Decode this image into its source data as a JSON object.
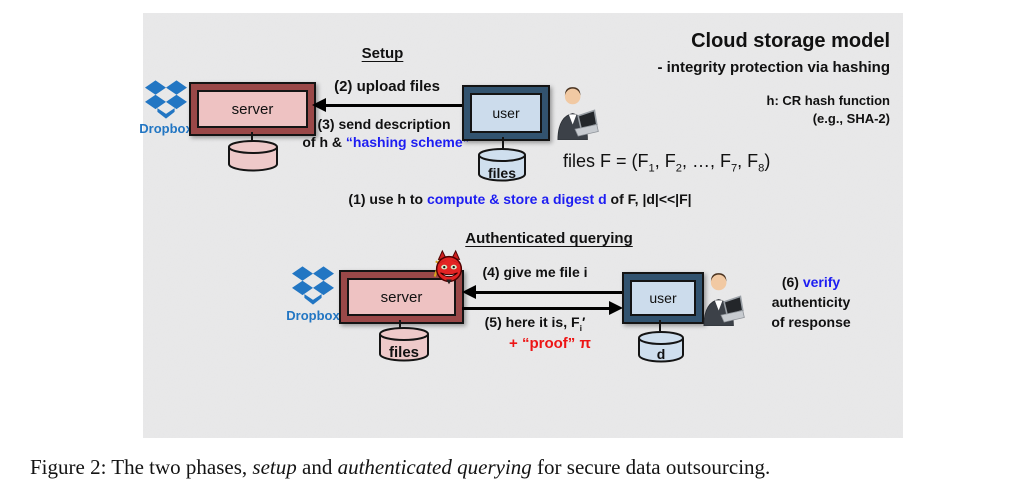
{
  "figure": {
    "title": "Cloud storage model",
    "subtitle": "- integrity protection via hashing",
    "hash_note": {
      "line1": "h: CR hash function",
      "line2": "(e.g., SHA-2)"
    },
    "brand": "Dropbox",
    "setup": {
      "heading": "Setup",
      "server_label": "server",
      "user_label": "user",
      "user_db_label": "files",
      "step2": "(2) upload files",
      "step3_line1": "(3) send description",
      "step3_line2_black": "of h & ",
      "step3_line2_blue": "“hashing scheme”",
      "files_formula": {
        "p1": "files F = (F",
        "s1": "1",
        "p2": ", F",
        "s2": "2",
        "p3": ", …, F",
        "s3": "7",
        "p4": ", F",
        "s4": "8",
        "p5": ")"
      },
      "step1_black1": "(1) use h to ",
      "step1_blue": "compute & store a digest d",
      "step1_black2": " of F, |d|<<|F|"
    },
    "query": {
      "heading": "Authenticated querying",
      "server_label": "server",
      "server_db_label": "files",
      "user_label": "user",
      "user_db_label": "d",
      "step4": "(4) give me file i",
      "step5_black1": "(5) here it is, F",
      "step5_sub": "i",
      "step5_black2": "′",
      "step5_red": "+ “proof” π",
      "step6_black": "(6) ",
      "step6_blue": "verify",
      "step6_line2": "authenticity",
      "step6_line3": "of response"
    },
    "colors": {
      "accent_blue": "#1d1df2",
      "accent_red": "#ed1515",
      "dropbox_blue": "#2276c3",
      "server_dark": "#9a4848",
      "server_light": "#eec2c2",
      "user_dark": "#32536f",
      "user_light": "#ccdcec",
      "panel_gray": "#e9e9ea"
    }
  },
  "caption": {
    "prefix": "Figure 2: The two phases, ",
    "italic1": "setup",
    "mid": " and ",
    "italic2": "authenticated querying",
    "suffix": " for secure data outsourcing."
  }
}
